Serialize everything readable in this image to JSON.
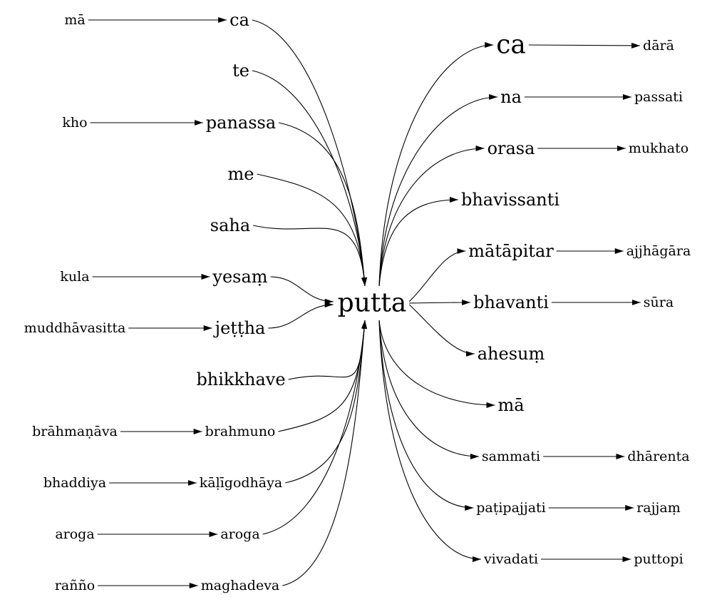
{
  "center": {
    "id": "putta",
    "label": "putta"
  },
  "nodes": [
    {
      "id": "ma_l",
      "label": "mā"
    },
    {
      "id": "ca_l",
      "label": "ca"
    },
    {
      "id": "te",
      "label": "te"
    },
    {
      "id": "kho",
      "label": "kho"
    },
    {
      "id": "panassa",
      "label": "panassa"
    },
    {
      "id": "me",
      "label": "me"
    },
    {
      "id": "saha",
      "label": "saha"
    },
    {
      "id": "kula",
      "label": "kula"
    },
    {
      "id": "yesam",
      "label": "yesaṃ"
    },
    {
      "id": "muddhavasitta",
      "label": "muddhāvasitta"
    },
    {
      "id": "jettha",
      "label": "jeṭṭha"
    },
    {
      "id": "bhikkhave",
      "label": "bhikkhave"
    },
    {
      "id": "brahmanava",
      "label": "brāhmaṇāva"
    },
    {
      "id": "brahmuno",
      "label": "brahmuno"
    },
    {
      "id": "bhaddiya",
      "label": "bhaddiya"
    },
    {
      "id": "kaligodhaya",
      "label": "kāḷīgodhāya"
    },
    {
      "id": "aroga_l",
      "label": "aroga"
    },
    {
      "id": "aroga_r",
      "label": "aroga"
    },
    {
      "id": "ranno",
      "label": "raññо"
    },
    {
      "id": "maghadeva",
      "label": "maghadeva"
    },
    {
      "id": "ca_r",
      "label": "ca"
    },
    {
      "id": "dara",
      "label": "dārā"
    },
    {
      "id": "na",
      "label": "na"
    },
    {
      "id": "passati",
      "label": "passati"
    },
    {
      "id": "orasa",
      "label": "orasa"
    },
    {
      "id": "mukhato",
      "label": "mukhato"
    },
    {
      "id": "bhavissanti",
      "label": "bhavissanti"
    },
    {
      "id": "matapitar",
      "label": "mātāpitar"
    },
    {
      "id": "ajjhagara",
      "label": "ajjhāgāra"
    },
    {
      "id": "bhavanti",
      "label": "bhavanti"
    },
    {
      "id": "sura",
      "label": "sūra"
    },
    {
      "id": "ahesum",
      "label": "ahesuṃ"
    },
    {
      "id": "ma_r",
      "label": "mā"
    },
    {
      "id": "sammati",
      "label": "sammati"
    },
    {
      "id": "dharenta",
      "label": "dhārenta"
    },
    {
      "id": "patipajjati",
      "label": "paṭipajjati"
    },
    {
      "id": "rajjam",
      "label": "rajjaṃ"
    },
    {
      "id": "vivadati",
      "label": "vivadati"
    },
    {
      "id": "puttopi",
      "label": "puttopi"
    }
  ],
  "edges": [
    [
      "ma_l",
      "ca_l"
    ],
    [
      "kho",
      "panassa"
    ],
    [
      "kula",
      "yesam"
    ],
    [
      "muddhavasitta",
      "jettha"
    ],
    [
      "brahmanava",
      "brahmuno"
    ],
    [
      "bhaddiya",
      "kaligodhaya"
    ],
    [
      "aroga_l",
      "aroga_r"
    ],
    [
      "ranno",
      "maghadeva"
    ],
    [
      "ca_l",
      "putta"
    ],
    [
      "te",
      "putta"
    ],
    [
      "panassa",
      "putta"
    ],
    [
      "me",
      "putta"
    ],
    [
      "saha",
      "putta"
    ],
    [
      "yesam",
      "putta"
    ],
    [
      "jettha",
      "putta"
    ],
    [
      "bhikkhave",
      "putta"
    ],
    [
      "brahmuno",
      "putta"
    ],
    [
      "kaligodhaya",
      "putta"
    ],
    [
      "aroga_r",
      "putta"
    ],
    [
      "maghadeva",
      "putta"
    ],
    [
      "putta",
      "ca_r"
    ],
    [
      "putta",
      "na"
    ],
    [
      "putta",
      "orasa"
    ],
    [
      "putta",
      "bhavissanti"
    ],
    [
      "putta",
      "matapitar"
    ],
    [
      "putta",
      "bhavanti"
    ],
    [
      "putta",
      "ahesum"
    ],
    [
      "putta",
      "ma_r"
    ],
    [
      "putta",
      "sammati"
    ],
    [
      "putta",
      "patipajjati"
    ],
    [
      "putta",
      "vivadati"
    ],
    [
      "ca_r",
      "dara"
    ],
    [
      "na",
      "passati"
    ],
    [
      "orasa",
      "mukhato"
    ],
    [
      "matapitar",
      "ajjhagara"
    ],
    [
      "bhavanti",
      "sura"
    ],
    [
      "sammati",
      "dharenta"
    ],
    [
      "patipajjati",
      "rajjam"
    ],
    [
      "vivadati",
      "puttopi"
    ]
  ]
}
